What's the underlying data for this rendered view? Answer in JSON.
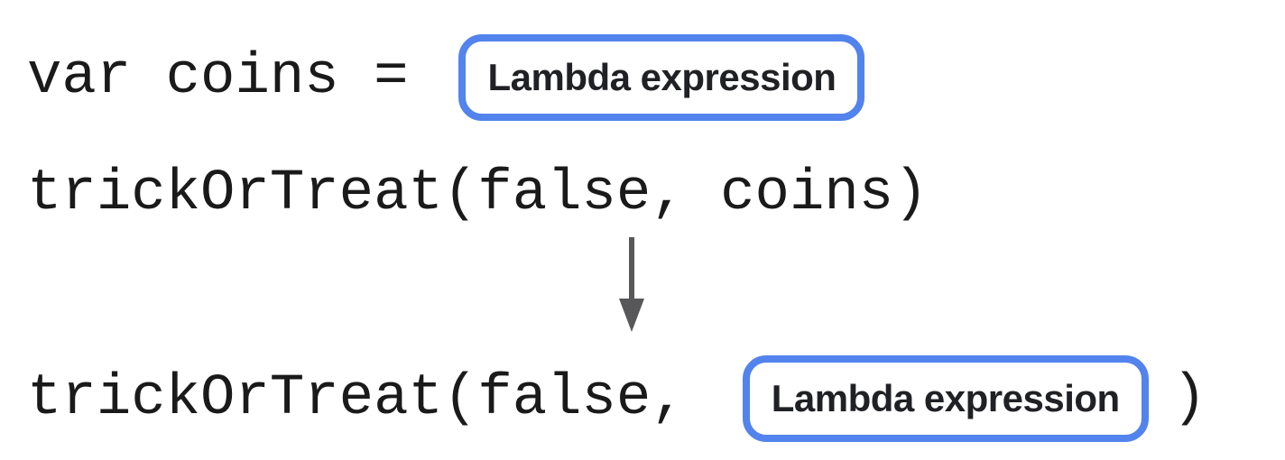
{
  "diagram": {
    "title_hint": "lambda expression substitution diagram",
    "line1": {
      "code": "var coins =",
      "box_label": "Lambda expression"
    },
    "line2": {
      "code": "trickOrTreat(false, coins)"
    },
    "arrow": {
      "direction": "down"
    },
    "line3": {
      "code_before": "trickOrTreat(false,",
      "box_label": "Lambda expression",
      "code_after": ")"
    },
    "colors": {
      "background": "#ffffff",
      "box_border": "#5383EC",
      "box_fill": "#ffffff",
      "code_text": "#1a1a1a",
      "label_text": "#202124",
      "arrow": "#58585A"
    }
  }
}
